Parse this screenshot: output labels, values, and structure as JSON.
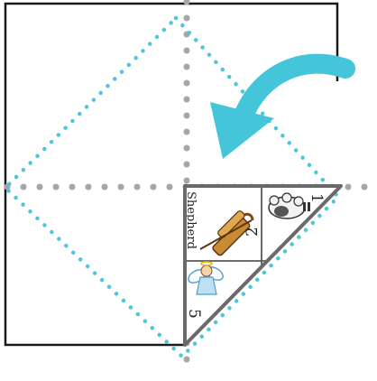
{
  "colors": {
    "paper_outline": "#1a1a1a",
    "dotted_cyan": "#4dc6dc",
    "dotted_gray": "#a6a6a6",
    "arrow": "#44c5d9",
    "triangle_outline": "#6a6a6a"
  },
  "icons": [
    "curved-arrow-icon",
    "sheep-icon",
    "shepherd-crook-icon",
    "angel-icon"
  ],
  "triangle": {
    "shepherd_label": "Shepherd",
    "shepherd_number": "2",
    "sheep_number": "1",
    "angel_number": "5"
  }
}
